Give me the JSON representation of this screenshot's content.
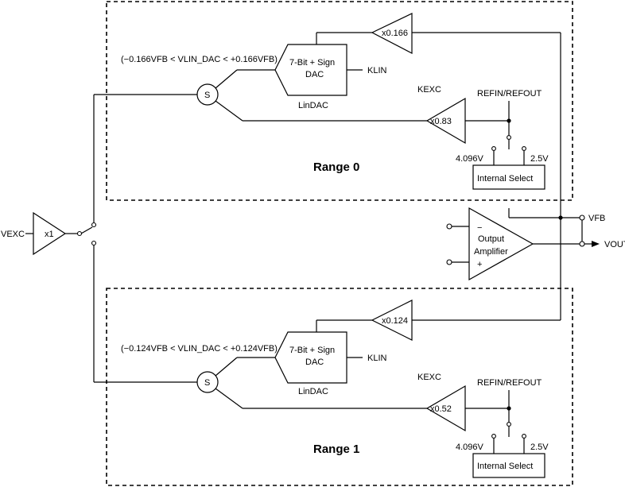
{
  "range0": {
    "title": "Range 0",
    "equation": "(−0.166VFB < VLIN_DAC < +0.166VFB)",
    "dac_line1": "7-Bit + Sign",
    "dac_line2": "DAC",
    "dac_caption": "LinDAC",
    "klin": "KLIN",
    "kexc": "KEXC",
    "gain_fb": "x0.166",
    "gain_exc": "x0.83",
    "ref": "REFIN/REFOUT",
    "v_4096": "4.096V",
    "v_25": "2.5V",
    "select": "Internal Select",
    "sum": "S"
  },
  "range1": {
    "title": "Range 1",
    "equation": "(−0.124VFB < VLIN_DAC < +0.124VFB)",
    "dac_line1": "7-Bit + Sign",
    "dac_line2": "DAC",
    "dac_caption": "LinDAC",
    "klin": "KLIN",
    "kexc": "KEXC",
    "gain_fb": "x0.124",
    "gain_exc": "x0.52",
    "ref": "REFIN/REFOUT",
    "v_4096": "4.096V",
    "v_25": "2.5V",
    "select": "Internal Select",
    "sum": "S"
  },
  "input": {
    "vexc": "VEXC",
    "buffer": "x1"
  },
  "amplifier": {
    "line1": "Output",
    "line2": "Amplifier",
    "minus": "−",
    "plus": "+",
    "vfb": "VFB",
    "vout": "VOUT"
  }
}
